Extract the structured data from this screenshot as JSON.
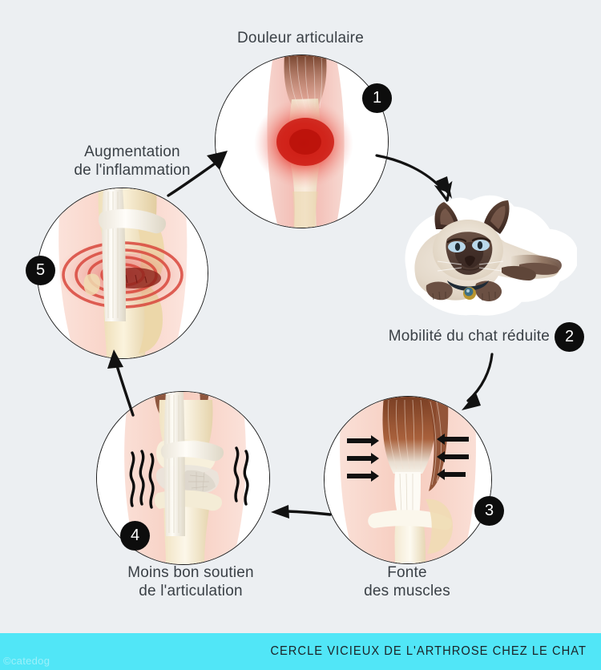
{
  "background_color": "#eceff2",
  "diagram": {
    "type": "cycle",
    "title_bar": {
      "text": "CERCLE VICIEUX DE L'ARTHROSE CHEZ LE CHAT",
      "background_color": "#51e6f7",
      "text_color": "#1b2227"
    },
    "watermark": "©catedog",
    "steps": [
      {
        "number": "1",
        "label": "Douleur articulaire",
        "illustration": "knee-joint-red-pain",
        "badge_position": "top-right"
      },
      {
        "number": "2",
        "label": "Mobilité du chat réduite",
        "illustration": "siamese-cat-lying-down",
        "badge_position": "inline-right"
      },
      {
        "number": "3",
        "label": "Fonte\ndes muscles",
        "illustration": "muscle-atrophy-with-inward-arrows",
        "badge_position": "right"
      },
      {
        "number": "4",
        "label": "Moins bon soutien\nde l'articulation",
        "illustration": "unstable-joint-with-motion-lines",
        "badge_position": "bottom-left"
      },
      {
        "number": "5",
        "label": "Augmentation\nde l'inflammation",
        "illustration": "inflamed-joint-with-red-rings",
        "badge_position": "left"
      }
    ],
    "connectors": [
      {
        "from": "1",
        "to": "2",
        "style": "curved-arrow",
        "direction": "down-right"
      },
      {
        "from": "2",
        "to": "3",
        "style": "curved-arrow",
        "direction": "down-left"
      },
      {
        "from": "3",
        "to": "4",
        "style": "straight-arrow",
        "direction": "left"
      },
      {
        "from": "4",
        "to": "5",
        "style": "straight-arrow",
        "direction": "up"
      },
      {
        "from": "5",
        "to": "1",
        "style": "straight-arrow",
        "direction": "up-right"
      }
    ]
  }
}
